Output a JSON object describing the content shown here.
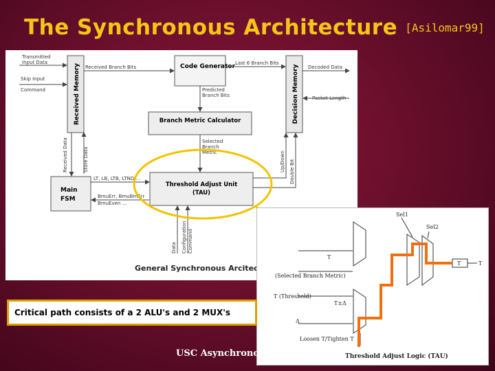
{
  "title": {
    "main": "The Synchronous Architecture",
    "sub": "[Asilomar99]"
  },
  "diagram1": {
    "caption": "General Synchronous Arcitecture",
    "blocks": {
      "received_memory": "Received Memory",
      "code_generator": "Code Generator",
      "decision_memory": "Decision Memory",
      "branch_metric_calculator": "Branch Metric Calculator",
      "main_fsm_1": "Main",
      "main_fsm_2": "FSM",
      "tau_1": "Threshold Adjust Unit",
      "tau_2": "(TAU)"
    },
    "labels": {
      "transmitted_input_data_1": "Transmitted",
      "transmitted_input_data_2": "Input Data",
      "skip_input_command_1": "Skip Input",
      "skip_input_command_2": "Command",
      "received_branch_bits": "Received Branch Bits",
      "last_branch_bits": "Last 6 Branch Bits",
      "decoded_data": "Decoded Data",
      "predicted_branch_bits_1": "Predicted",
      "predicted_branch_bits_2": "Branch Bits",
      "packet_length": "Packet Length",
      "selected_branch_metric_1": "Selected",
      "selected_branch_metric_2": "Branch",
      "selected_branch_metric_3": "Metric",
      "received_data": "Received Data",
      "store_data": "Store Data",
      "up_down": "Up/Down",
      "double_bit": "Double Bit",
      "fsm_signals_1": "LT, LB, LTB, LTND ...",
      "fsm_signals_2": "BmuErr, BmuBmErr",
      "fsm_signals_3": "BmuEven ...",
      "data": "Data",
      "configuration_command_1": "Configuration",
      "configuration_command_2": "Command"
    }
  },
  "diagram2": {
    "caption": "Threshold Adjust Logic (TAU)",
    "labels": {
      "sel1": "Sel1",
      "sel2": "Sel2",
      "t_top": "T",
      "t_out_box": "T",
      "t_out": "T",
      "selected_branch_metric": "(Selected Branch Metric)",
      "t_threshold": "T (Threshold)",
      "t_delta": "T±Δ",
      "delta": "Δ",
      "loosen_tighten": "Loosen T/Tighten T"
    }
  },
  "caption": "Critical path consists of a 2 ALU's and 2 MUX's",
  "footer": "USC Asynchronous Group",
  "colors": {
    "title": "#f5c518",
    "background": "#6a0f2c",
    "highlight_ellipse": "#f2c300",
    "critical_path": "#f07010",
    "caption_border": "#e0a000"
  }
}
